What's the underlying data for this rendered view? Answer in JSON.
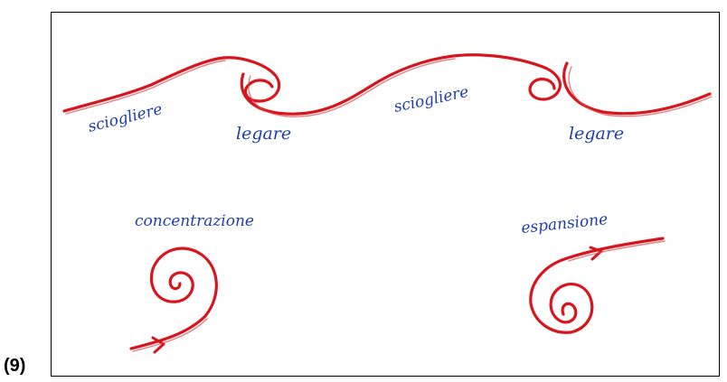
{
  "figure_number": "(9)",
  "labels": {
    "sciogliere_1": "sciogliere",
    "sciogliere_2": "sciogliere",
    "legare_1": "legare",
    "legare_2": "legare",
    "concentrazione": "concentrazione",
    "espansione": "espansione"
  },
  "colors": {
    "ink_blue": "#1d3fa8",
    "line_red": "#d8141c",
    "frame": "#000000"
  },
  "icons": {
    "wave": "red-wave-scroll-line",
    "inward_spiral": "inward-spiral-arrow",
    "outward_spiral": "outward-spiral-arrow"
  }
}
